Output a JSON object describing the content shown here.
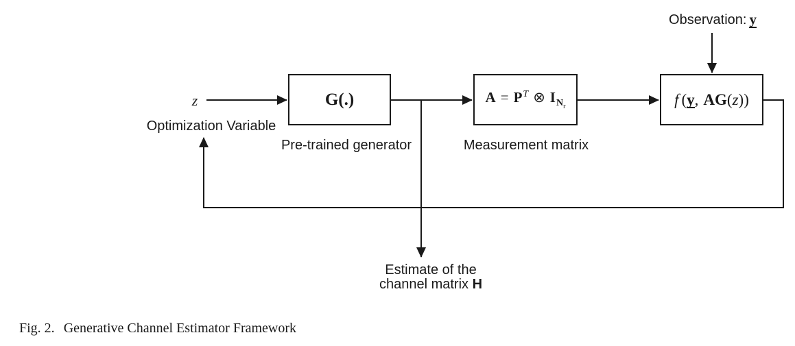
{
  "figure": {
    "caption_fig": "Fig. 2.",
    "caption_title": "Generative Channel Estimator Framework"
  },
  "diagram": {
    "input": {
      "symbol": "z",
      "label": "Optimization Variable"
    },
    "observation": {
      "prefix": "Observation:",
      "symbol": "y"
    },
    "generator": {
      "label": "G(.)",
      "caption": "Pre-trained generator"
    },
    "measurement": {
      "a": "A",
      "eq": "=",
      "p": "P",
      "sup_t": "T",
      "otimes": "⊗",
      "i": "I",
      "sub_n": "N",
      "sub_r": "r",
      "caption": "Measurement matrix"
    },
    "loss": {
      "f": "f",
      "open": "(",
      "y": "y",
      "comma": ",",
      "ag": "AG",
      "open2": "(",
      "z": "z",
      "close": "))"
    },
    "estimate": {
      "line1": "Estimate of the",
      "line2": "channel matrix",
      "symbol": "H"
    }
  },
  "colors": {
    "ink": "#1a1a1a",
    "background": "#ffffff"
  }
}
